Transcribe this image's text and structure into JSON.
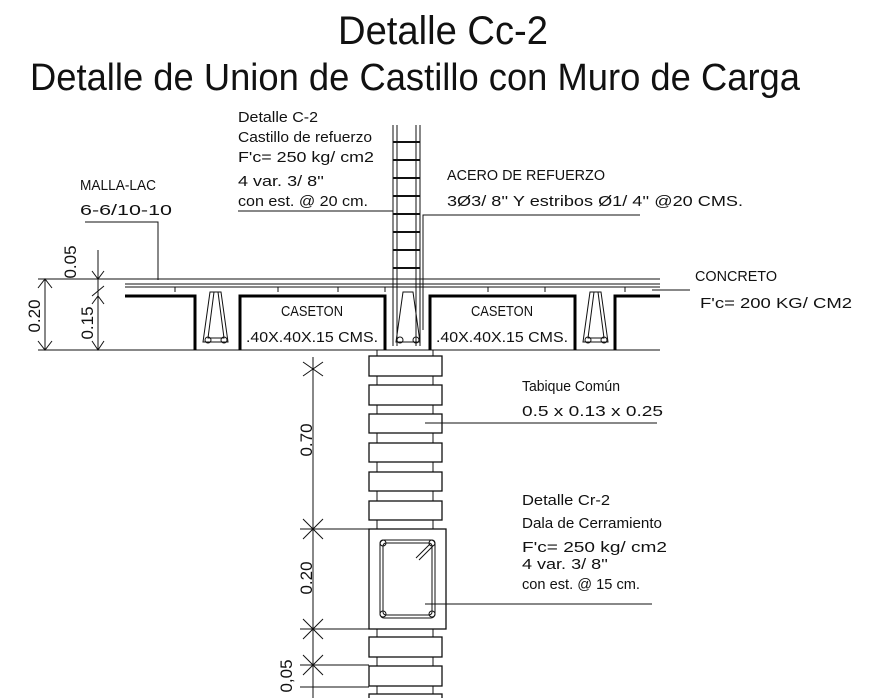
{
  "title": "Detalle Cc-2",
  "subtitle": "Detalle de Union de Castillo con Muro de Carga",
  "labels": {
    "malla": [
      "MALLA-LAC",
      "6-6/10-10"
    ],
    "castillo": [
      "Detalle C-2",
      "Castillo de refuerzo",
      "F'c= 250 kg/ cm2",
      "4 var. 3/ 8''",
      "con est. @ 20 cm."
    ],
    "acero": [
      "ACERO DE REFUERZO",
      "3Ø3/ 8'' Y estribos Ø1/ 4'' @20 CMS."
    ],
    "concreto": [
      "CONCRETO",
      "F'c= 200 KG/ CM2"
    ],
    "caseton": [
      "CASETON",
      ".40X.40X.15 CMS."
    ],
    "tabique": [
      "Tabique Común",
      "0.5 x 0.13 x 0.25"
    ],
    "dala": [
      "Detalle Cr-2",
      "Dala de Cerramiento",
      "F'c= 250 kg/ cm2",
      "4 var. 3/ 8''",
      "con est. @ 15 cm."
    ]
  },
  "dimensions": {
    "slab_total": "0.20",
    "topping": "0.05",
    "caseton_depth": "0.15",
    "wall": "0.70",
    "dala": "0.20",
    "joint": "0,05"
  }
}
